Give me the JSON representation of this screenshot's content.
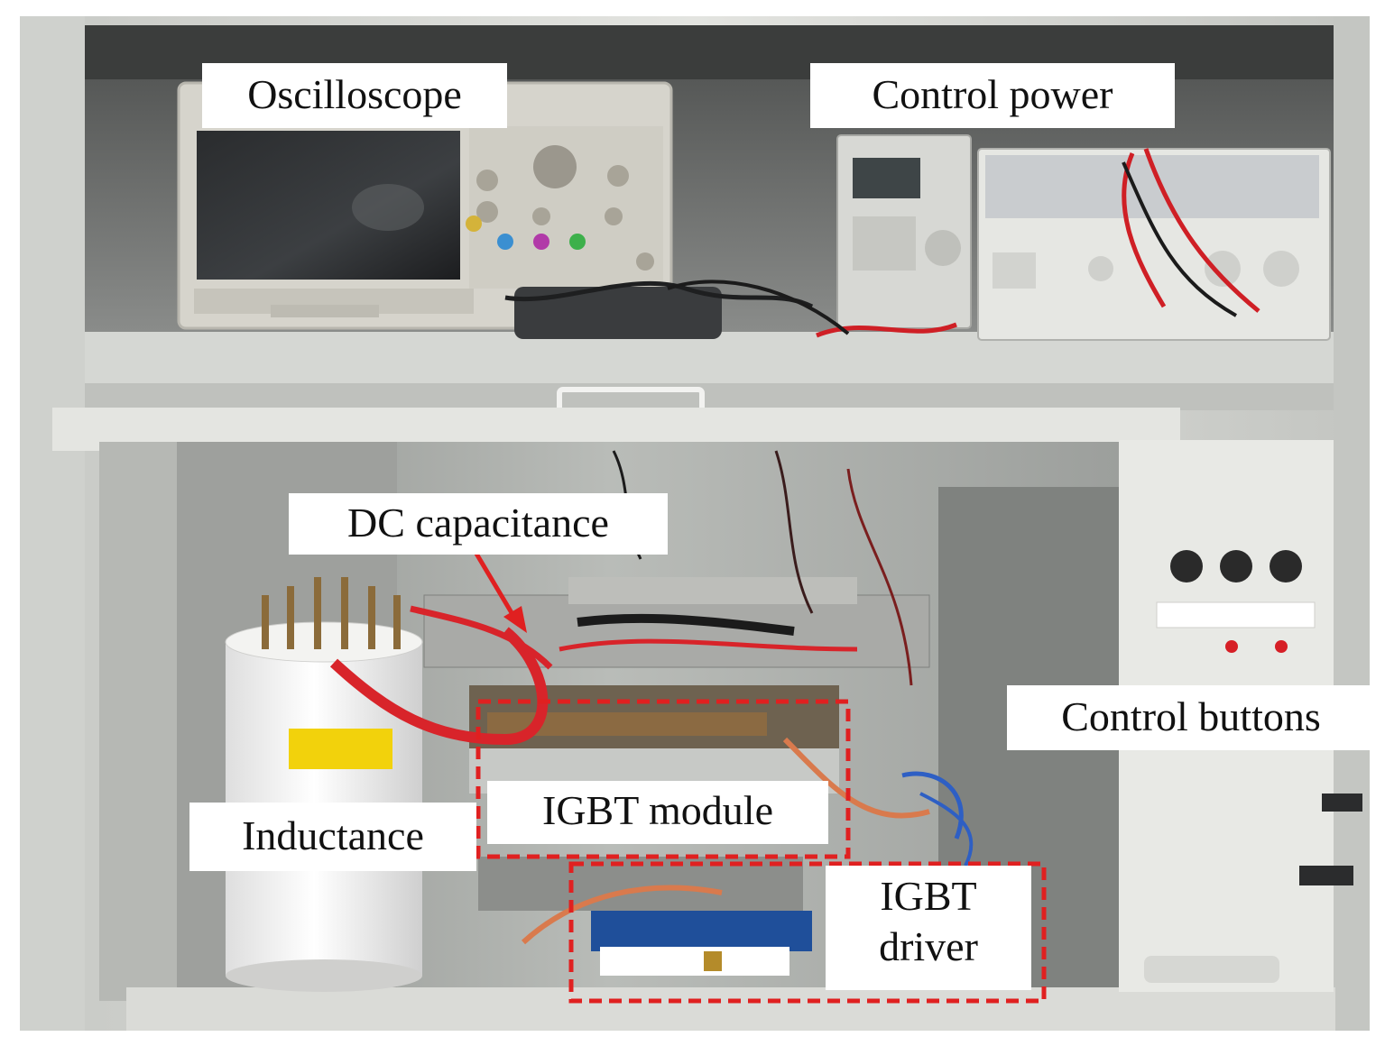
{
  "figure": {
    "labels": {
      "oscilloscope": "Oscilloscope",
      "control_power": "Control power",
      "dc_capacitance": "DC capacitance",
      "control_buttons": "Control buttons",
      "igbt_module": "IGBT module",
      "inductance": "Inductance",
      "igbt_driver_line1": "IGBT",
      "igbt_driver_line2": "driver"
    },
    "colors": {
      "cabinet": "#d9dad6",
      "cabinet_dark": "#a9aca8",
      "highlight_box": "#e02020",
      "wire_red": "#d8242a",
      "label_background": "#ffffff"
    }
  }
}
